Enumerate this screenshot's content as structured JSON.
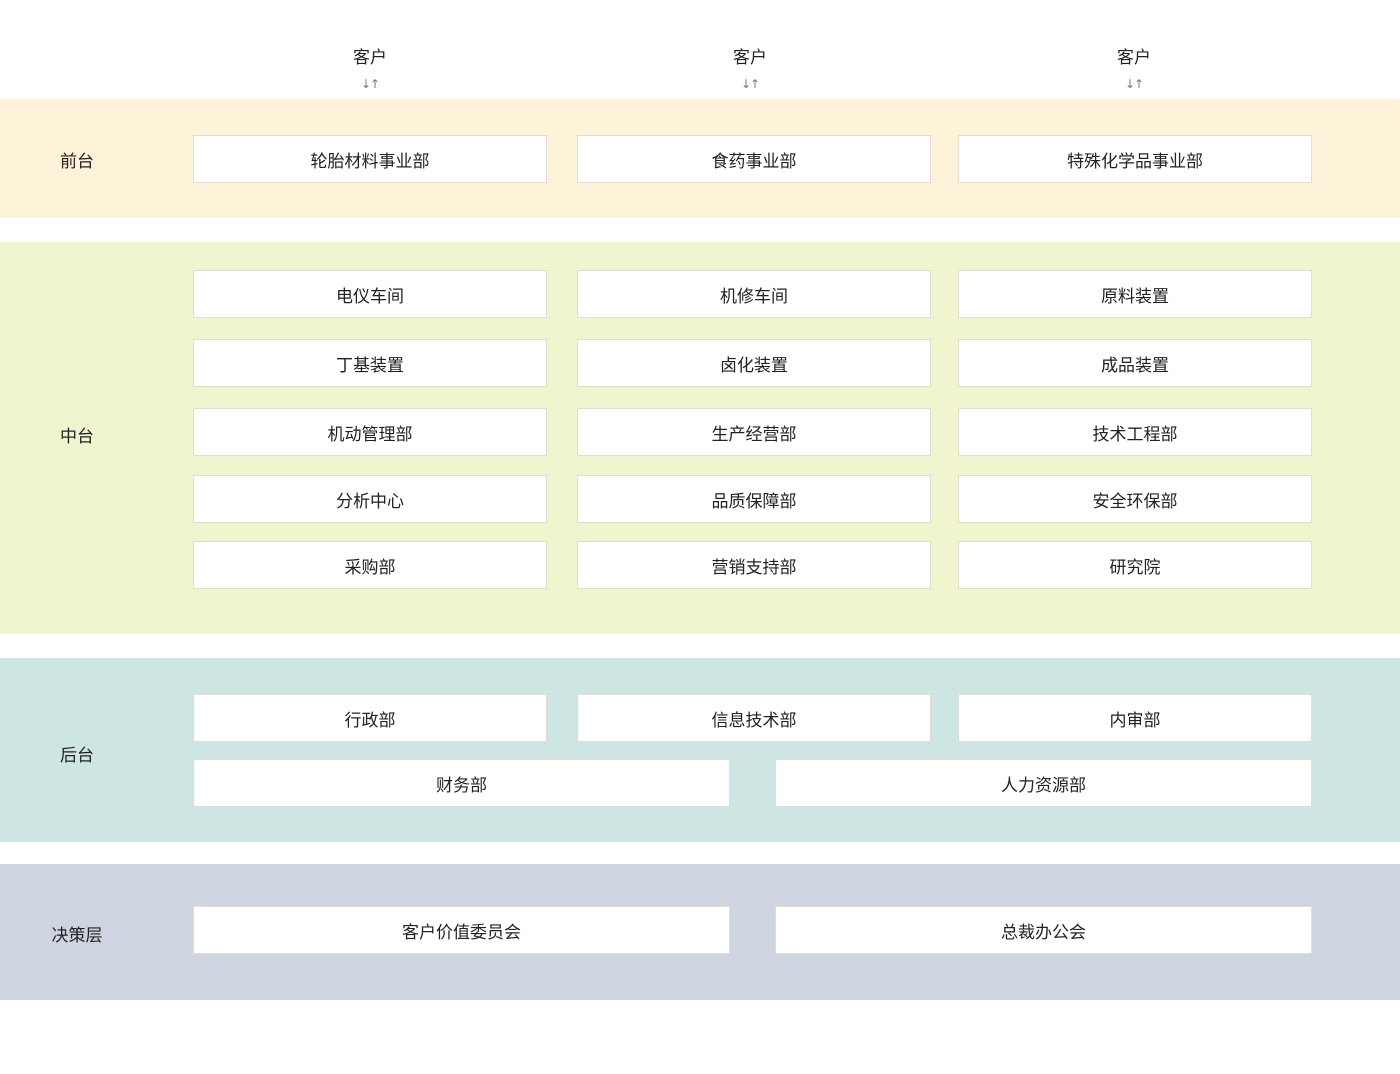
{
  "customers": [
    "客户",
    "客户",
    "客户"
  ],
  "arrow": "↓↑",
  "colors": {
    "front": "#fdf3d8",
    "middle": "#f0f5d0",
    "back": "#cde5e3",
    "decision": "#ced5e1"
  },
  "layers": {
    "front": {
      "label": "前台",
      "items": [
        "轮胎材料事业部",
        "食药事业部",
        "特殊化学品事业部"
      ]
    },
    "middle": {
      "label": "中台",
      "items": [
        "电仪车间",
        "机修车间",
        "原料装置",
        "丁基装置",
        "卤化装置",
        "成品装置",
        "机动管理部",
        "生产经营部",
        "技术工程部",
        "分析中心",
        "品质保障部",
        "安全环保部",
        "采购部",
        "营销支持部",
        "研究院"
      ]
    },
    "back": {
      "label": "后台",
      "items": [
        "行政部",
        "信息技术部",
        "内审部",
        "财务部",
        "人力资源部"
      ]
    },
    "decision": {
      "label": "决策层",
      "items": [
        "客户价值委员会",
        "总裁办公会"
      ]
    }
  }
}
